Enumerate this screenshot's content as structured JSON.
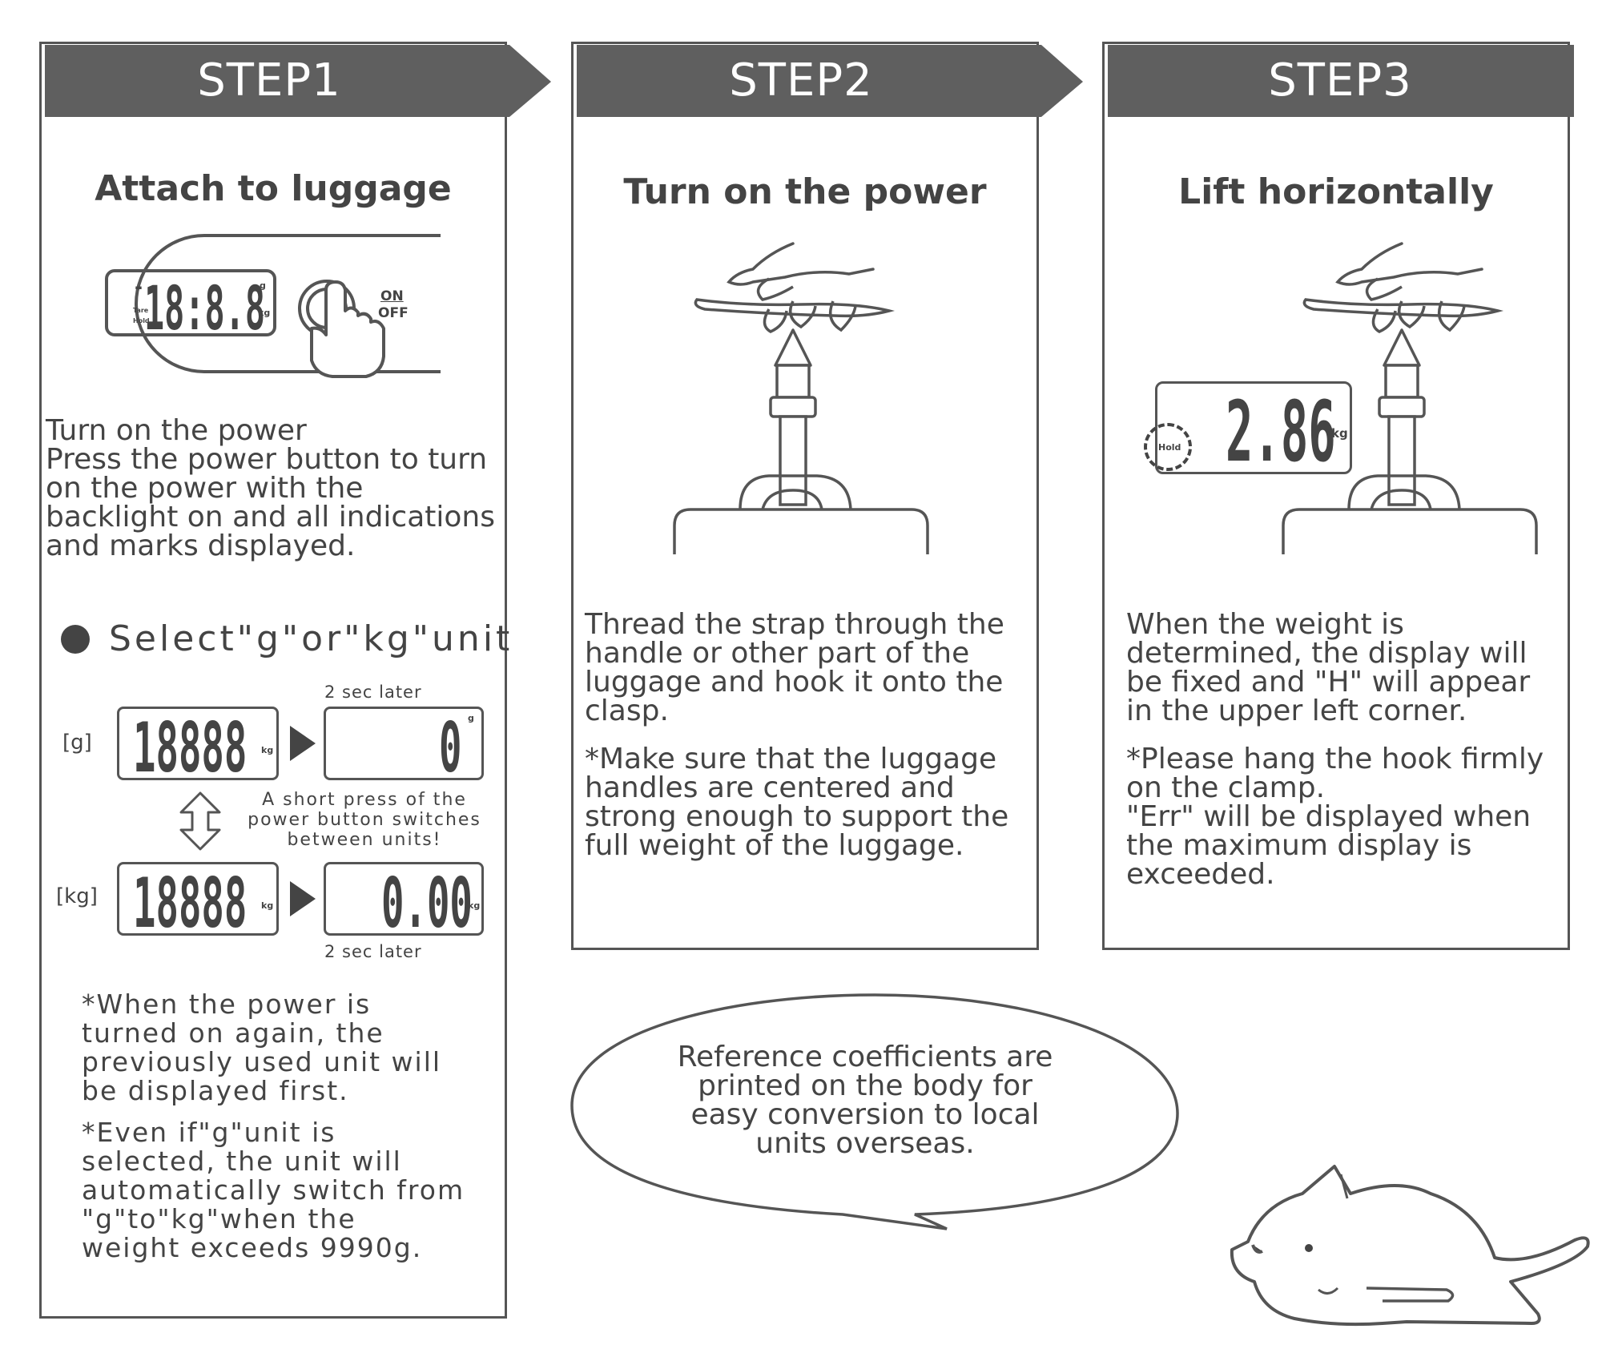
{
  "steps": [
    {
      "banner": "STEP1",
      "heading": "Attach to luggage",
      "intro_title": "Turn on the power",
      "intro_body": "Press the power button to turn\non the power with the\nbacklight on and all indications\nand marks displayed.",
      "device": {
        "minus": "-",
        "digits": "18:8.8",
        "unit_g": "g",
        "unit_kg": "kg",
        "tare": "Tare",
        "hold": "Hold",
        "on_label": "ON",
        "off_label": "OFF"
      },
      "unit_heading": "Select\"g\"or\"kg\"unit",
      "g_row": {
        "label": "[g]",
        "from": "18888",
        "from_unit": "kg",
        "to": "0",
        "to_unit": "g",
        "later": "2 sec later"
      },
      "kg_row": {
        "label": "[kg]",
        "from": "18888",
        "from_unit": "kg",
        "to": "0.00",
        "to_unit": "kg",
        "later": "2 sec later"
      },
      "switch_note": "A short press of the\npower button switches\nbetween units!",
      "note1": "*When the power is\nturned on again, the\npreviously used unit will\nbe displayed first.",
      "note2": "*Even if\"g\"unit is\nselected, the unit will\nautomatically switch from\n\"g\"to\"kg\"when the\nweight exceeds 9990g."
    },
    {
      "banner": "STEP2",
      "heading": "Turn on the power",
      "body1": "Thread the strap through the\nhandle or other part of the\nluggage and hook it onto the\nclasp.",
      "body2": "*Make sure that the luggage\nhandles are centered and\nstrong enough to support the\nfull weight of the luggage."
    },
    {
      "banner": "STEP3",
      "heading": "Lift horizontally",
      "display_value": "2.86",
      "display_unit": "kg",
      "hold_label": "Hold",
      "body1": "When the weight is\ndetermined, the display will\nbe fixed and \"H\" will appear\nin the upper left corner.",
      "body2": "*Please hang the hook firmly\non the clamp.\n\"Err\" will be displayed when\nthe maximum display is\nexceeded."
    }
  ],
  "speech_bubble": "Reference coefficients are\nprinted on the body for\neasy conversion to local\nunits overseas.",
  "colors": {
    "banner": "#5f5f5f",
    "outline": "#555555",
    "text": "#444444"
  }
}
